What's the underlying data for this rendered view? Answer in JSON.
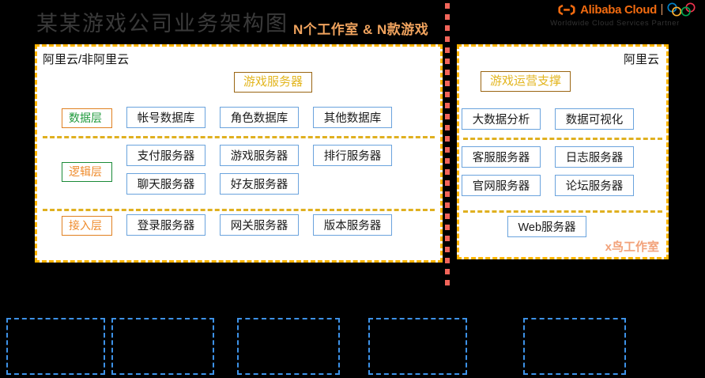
{
  "header": {
    "main_title": "某某游戏公司业务架构图",
    "studios_title": "N个工作室 & N款游戏",
    "brand": {
      "name": "Alibaba Cloud",
      "subtitle": "Worldwide Cloud Services Partner",
      "logo_icon": "alibaba-cloud-mark-icon",
      "rings_icon": "olympic-rings-icon",
      "accent_color": "#f26b10"
    }
  },
  "divider": {
    "name": "vertical-dotted-divider",
    "color": "#f2655a"
  },
  "left_panel": {
    "label": "阿里云/非阿里云",
    "section_title": "游戏服务器",
    "border_color": "#ffb400",
    "layers": [
      {
        "badge": "数据层",
        "badge_text_color": "#1f9a3c",
        "badge_border_color": "#e08020",
        "rows": [
          [
            "帐号数据库",
            "角色数据库",
            "其他数据库"
          ]
        ]
      },
      {
        "badge": "逻辑层",
        "badge_text_color": "#ef8b2c",
        "badge_border_color": "#1a8a38",
        "rows": [
          [
            "支付服务器",
            "游戏服务器",
            "排行服务器"
          ],
          [
            "聊天服务器",
            "好友服务器"
          ]
        ]
      },
      {
        "badge": "接入层",
        "badge_text_color": "#ef8b2c",
        "badge_border_color": "#e08020",
        "rows": [
          [
            "登录服务器",
            "网关服务器",
            "版本服务器"
          ]
        ]
      }
    ]
  },
  "right_panel": {
    "label": "阿里云",
    "section_title": "游戏运营支撑",
    "border_color": "#ffb400",
    "groups": [
      {
        "rows": [
          [
            "大数据分析",
            "数据可视化"
          ]
        ]
      },
      {
        "rows": [
          [
            "客服服务器",
            "日志服务器"
          ],
          [
            "官网服务器",
            "论坛服务器"
          ]
        ]
      },
      {
        "rows": [
          [
            "Web服务器"
          ]
        ]
      }
    ],
    "studio_tag": "x鸟工作室",
    "studio_tag_color": "#f2a27a"
  },
  "bottom_placeholders": {
    "name": "empty-dashed-placeholder",
    "count": 5,
    "border_color": "#3d92e8"
  }
}
